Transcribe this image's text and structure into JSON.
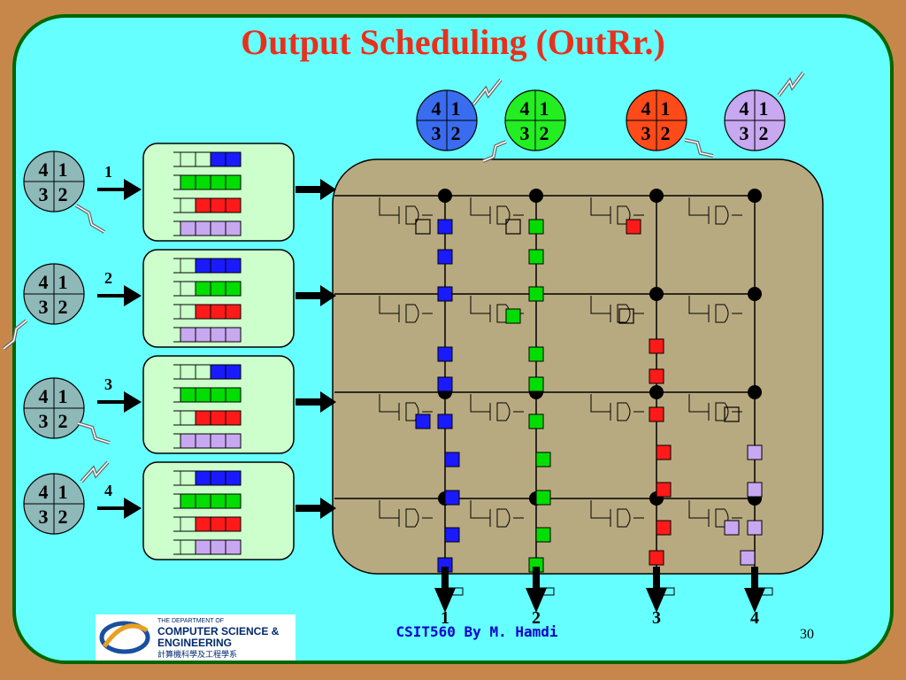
{
  "title": "Output Scheduling (OutRr.)",
  "footer": "CSIT560 By M. Hamdi",
  "page_number": "30",
  "logo": {
    "line1": "THE DEPARTMENT OF",
    "line2": "COMPUTER SCIENCE &",
    "line3": "ENGINEERING",
    "line4": "計算機科學及工程學系"
  },
  "colors": {
    "blue": "#1a1aff",
    "green": "#00dd00",
    "red": "#ff1a1a",
    "lavender": "#c8a8f0",
    "output1": "#3a6cf0",
    "output2": "#22ee22",
    "output3": "#ff4a1a",
    "output4": "#c8a8f0",
    "input_arbiter": "#8fb8b8",
    "fabric": "#b8aa80",
    "voq_box": "#ccffcc"
  },
  "arbiter_labels": {
    "tl": "4",
    "tr": "1",
    "bl": "3",
    "br": "2"
  },
  "input_labels": [
    "1",
    "2",
    "3",
    "4"
  ],
  "output_labels": [
    "1",
    "2",
    "3",
    "4"
  ]
}
